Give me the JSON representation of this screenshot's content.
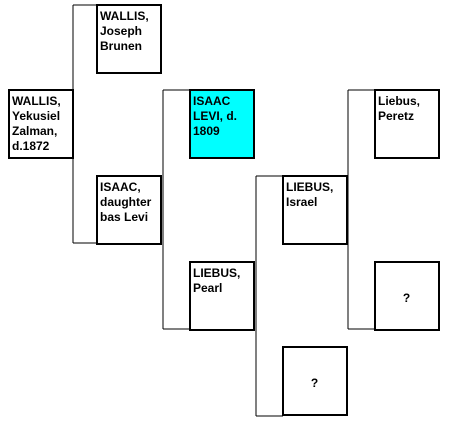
{
  "tree": {
    "root": {
      "label": "WALLIS,\nYekusiel\nZalman,\nd.1872"
    },
    "father": {
      "label": "WALLIS,\nJoseph\nBrunen"
    },
    "mother": {
      "label": "ISAAC,\ndaughter\nbas Levi"
    },
    "maternal_grandfather": {
      "label": "ISAAC\nLEVI, d.\n1809",
      "highlight_color": "#00ffff"
    },
    "maternal_grandmother": {
      "label": "LIEBUS,\nPearl"
    },
    "great_grandfather": {
      "label": "LIEBUS,\nIsrael"
    },
    "great_grandmother": {
      "label": "?"
    },
    "great_great_grandfather": {
      "label": "Liebus,\nPeretz"
    },
    "great_great_grandmother": {
      "label": "?"
    }
  }
}
